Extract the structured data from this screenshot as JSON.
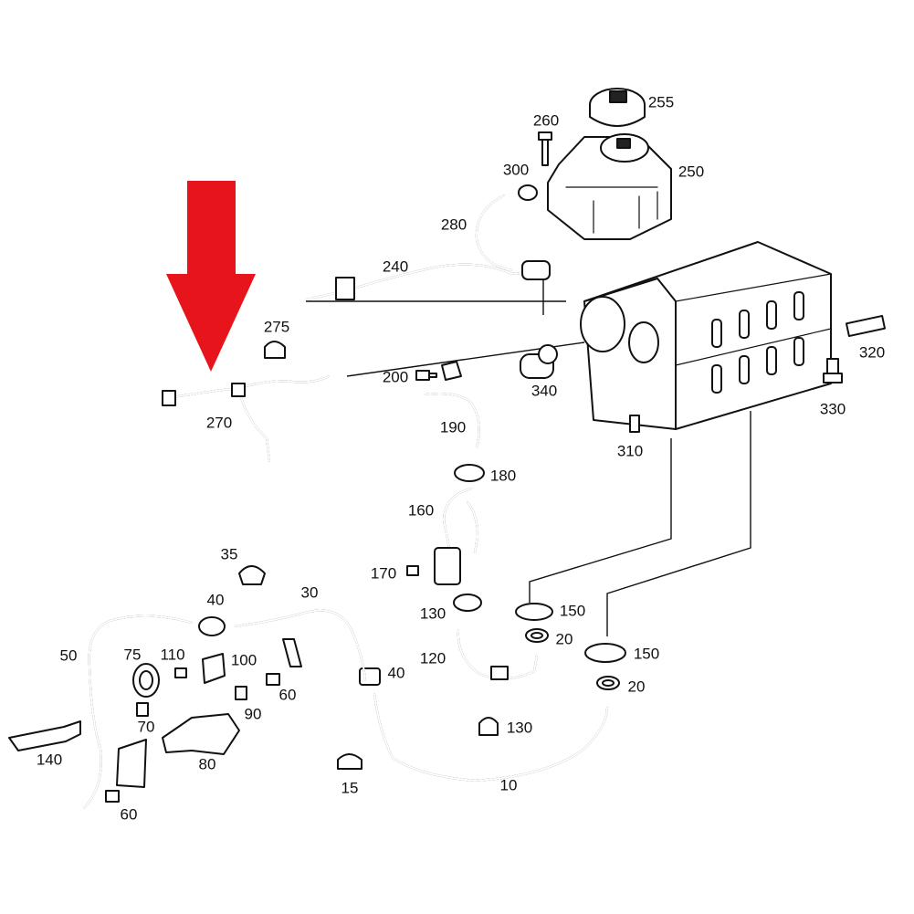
{
  "callouts": {
    "p255": "255",
    "p260": "260",
    "p250": "250",
    "p300": "300",
    "p280": "280",
    "p240": "240",
    "p275": "275",
    "p270": "270",
    "p200": "200",
    "p190": "190",
    "p340": "340",
    "p320": "320",
    "p330": "330",
    "p310": "310",
    "p180": "180",
    "p160": "160",
    "p170": "170",
    "p35": "35",
    "p30": "30",
    "p40a": "40",
    "p130a": "130",
    "p150a": "150",
    "p20a": "20",
    "p50": "50",
    "p75": "75",
    "p110": "110",
    "p100": "100",
    "p120": "120",
    "p150b": "150",
    "p40b": "40",
    "p60a": "60",
    "p20b": "20",
    "p90": "90",
    "p70": "70",
    "p130b": "130",
    "p140": "140",
    "p80": "80",
    "p15": "15",
    "p10": "10",
    "p60b": "60"
  },
  "colors": {
    "arrow": "#e8141b",
    "line": "#111111"
  },
  "icons": {
    "pointer": "red-down-arrow-icon"
  }
}
